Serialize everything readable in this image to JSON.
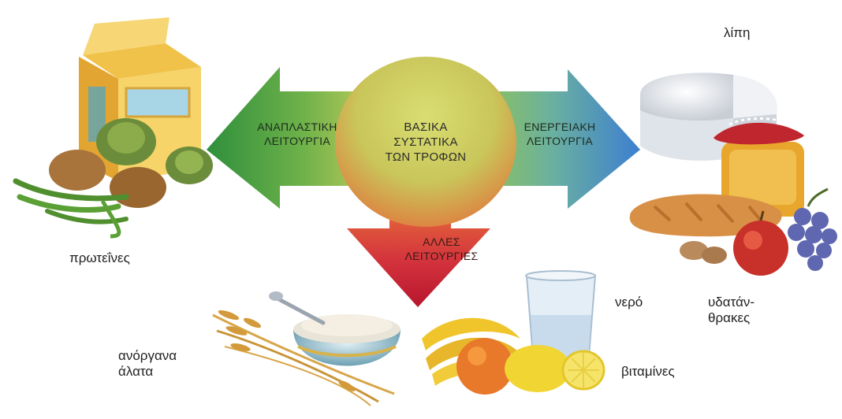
{
  "center": {
    "line1": "ΒΑΣΙΚΑ",
    "line2": "ΣΥΣΤΑΤΙΚΑ",
    "line3": "ΤΩΝ ΤΡΟΦΩΝ"
  },
  "arrows": {
    "left": {
      "line1": "ΑΝΑΠΛΑΣΤΙΚΗ",
      "line2": "ΛΕΙΤΟΥΡΓΙΑ",
      "color": "#3e9a3a"
    },
    "right": {
      "line1": "ΕΝΕΡΓΕΙΑΚΗ",
      "line2": "ΛΕΙΤΟΥΡΓΙΑ",
      "color": "#3d7fd0"
    },
    "down": {
      "line1": "ΑΛΛΕΣ",
      "line2": "ΛΕΙΤΟΥΡΓΙΕΣ",
      "color": "#d0243c"
    }
  },
  "labels": {
    "proteins": "πρωτεΐνες",
    "fats": "λίπη",
    "carbs_line1": "υδατάν-",
    "carbs_line2": "θρακες",
    "water": "νερό",
    "vitamins": "βιταμίνες",
    "minerals_line1": "ανόργανα",
    "minerals_line2": "άλατα"
  }
}
